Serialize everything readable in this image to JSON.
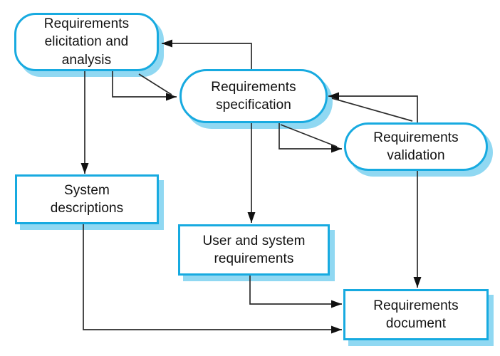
{
  "diagram": {
    "background": "#ffffff",
    "colors": {
      "node_border": "#17AAE0",
      "node_fill": "#ffffff",
      "node_shadow": "#90D8F2",
      "arrow_line": "#2b2b2b",
      "arrow_head": "#111111",
      "text": "#111111"
    },
    "nodes": {
      "elicitation": {
        "label": "Requirements\nelicitation and\nanalysis",
        "shape": "rounded"
      },
      "specification": {
        "label": "Requirements\nspecification",
        "shape": "rounded"
      },
      "validation": {
        "label": "Requirements\nvalidation",
        "shape": "rounded"
      },
      "system_descriptions": {
        "label": "System\ndescriptions",
        "shape": "rectangle"
      },
      "user_system_requirements": {
        "label": "User and system\nrequirements",
        "shape": "rectangle"
      },
      "requirements_document": {
        "label": "Requirements\ndocument",
        "shape": "rectangle"
      }
    },
    "edges": [
      {
        "from": "elicitation",
        "to": "system_descriptions"
      },
      {
        "from": "elicitation",
        "to": "specification"
      },
      {
        "from": "specification",
        "to": "elicitation"
      },
      {
        "from": "specification",
        "to": "user_system_requirements"
      },
      {
        "from": "specification",
        "to": "validation"
      },
      {
        "from": "validation",
        "to": "specification"
      },
      {
        "from": "validation",
        "to": "requirements_document"
      },
      {
        "from": "user_system_requirements",
        "to": "requirements_document"
      },
      {
        "from": "system_descriptions",
        "to": "requirements_document"
      }
    ]
  }
}
